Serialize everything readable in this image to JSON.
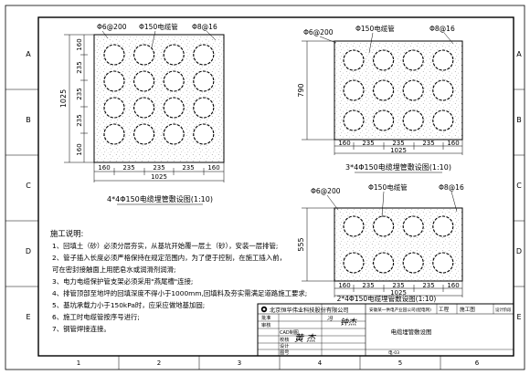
{
  "grid_letters": [
    "A",
    "B",
    "C",
    "D",
    "E"
  ],
  "grid_numbers": [
    "1",
    "2",
    "3",
    "4",
    "5",
    "6"
  ],
  "drawing_4x4": {
    "rebar_left": "Φ6@200",
    "pipe_label": "Φ150电缆管",
    "rebar_right": "Φ8@16",
    "height_dim": "1025",
    "side_dims": [
      "160",
      "235",
      "235",
      "235",
      "160"
    ],
    "bottom_dims": [
      "160",
      "235",
      "235",
      "235",
      "160"
    ],
    "total_width": "1025",
    "caption": "4*4Φ150电缆埋管敷设图(1:10)"
  },
  "drawing_3x4": {
    "rebar_left": "Φ6@200",
    "pipe_label": "Φ150电缆管",
    "rebar_right": "Φ8@16",
    "height_dim": "790",
    "bottom_dims": [
      "160",
      "235",
      "235",
      "235",
      "160"
    ],
    "total_width": "1025",
    "caption": "3*4Φ150电缆埋管敷设图(1:10)"
  },
  "drawing_2x4": {
    "rebar_left": "Φ6@200",
    "pipe_label": "Φ150电缆管",
    "rebar_right": "Φ8@16",
    "height_dim": "555",
    "bottom_dims": [
      "160",
      "235",
      "235",
      "235",
      "160"
    ],
    "total_width": "1025",
    "caption": "2*4Φ150电缆埋管敷设图(1:10)"
  },
  "notes": {
    "title": "施工说明:",
    "lines": [
      "1、回填土（砂）必须分层夯实，从基坑开始覆一层土（砂），安装一层排管;",
      "2、管子插入长度必须严格保持在规定范围内，为了便于控制，在施工插入前，",
      "可在密封接触面上用肥皂水或润滑剂润滑;",
      "3、电力电缆保护管支架必须采用\"燕尾槽\"连接;",
      "4、排管顶部至地坪的回填深度不得小于1000mm,回填料及夯实需满足道路施工要求;",
      "5、基坑承载力小于150kPa时，应采应做地基加固;",
      "6、施工时电缆管按序号进行;",
      "7、钢管焊接连接。"
    ]
  },
  "title_block": {
    "company": "北京恒华伟业科技股份有限公司",
    "project": "安徽某一供电产业园公司(配电网)",
    "stage": "工程",
    "design_stage": "施工图",
    "small_label": "设计阶段",
    "roles": [
      "批准",
      "审核",
      "CAD制图",
      "校核",
      "设计",
      "图号"
    ],
    "signatures": [
      "冯",
      "黄 杰",
      "钟杰"
    ],
    "drawing_title": "电缆埋管敷设图",
    "drawing_no": "电-03"
  }
}
